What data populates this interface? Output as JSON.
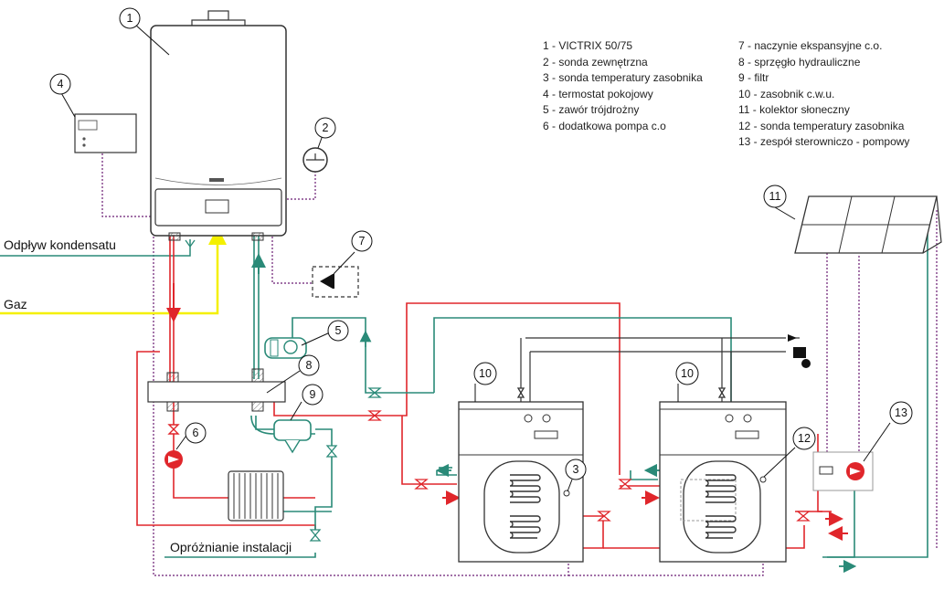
{
  "legend_left": [
    "1 - VICTRIX 50/75",
    "2 - sonda zewnętrzna",
    "3 - sonda temperatury zasobnika",
    "4 - termostat pokojowy",
    "5 - zawór trójdrożny",
    "6 - dodatkowa pompa c.o"
  ],
  "legend_right": [
    "7 - naczynie ekspansyjne c.o.",
    "8 - sprzęgło hydrauliczne",
    "9 - filtr",
    "10 - zasobnik c.w.u.",
    "11 - kolektor słoneczny",
    "12 - sonda temperatury zasobnika",
    "13 - zespół sterowniczo - pompowy"
  ],
  "labels": {
    "condensate": "Odpływ kondensatu",
    "gas": "Gaz",
    "drain": "Opróżnianie instalacji"
  },
  "callouts": {
    "c1": "1",
    "c2": "2",
    "c3": "3",
    "c4": "4",
    "c5": "5",
    "c6": "6",
    "c7": "7",
    "c8": "8",
    "c9": "9",
    "c10a": "10",
    "c10b": "10",
    "c11": "11",
    "c12": "12",
    "c13": "13"
  },
  "colors": {
    "supply": "#e0262b",
    "return": "#2a8a78",
    "gas": "#f4f000",
    "control": "#6a1c73",
    "equipment_line": "#333333"
  }
}
